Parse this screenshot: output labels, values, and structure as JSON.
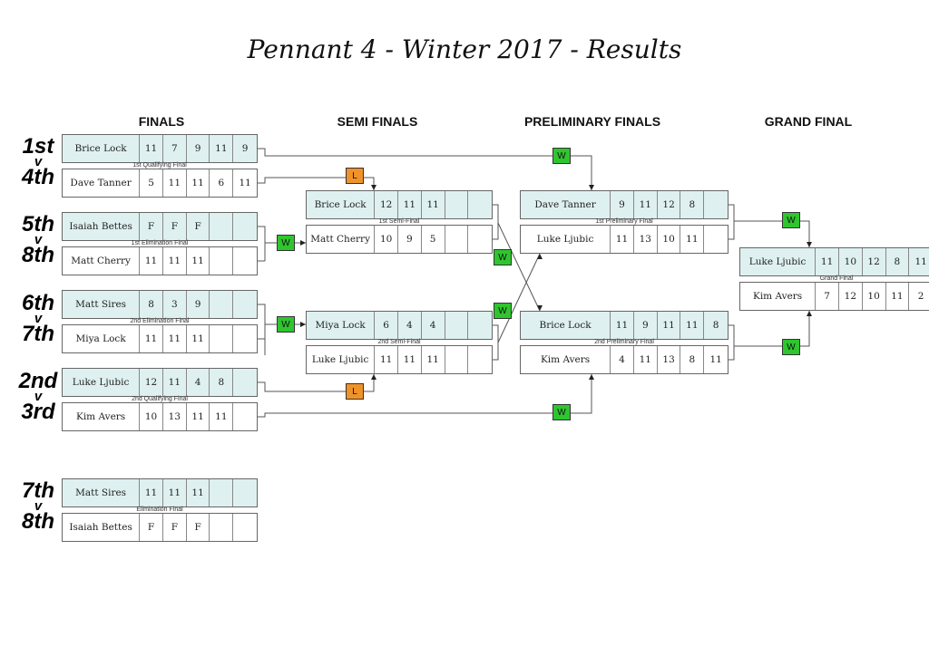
{
  "title": "Pennant 4 - Winter 2017 - Results",
  "columns": {
    "finals": "FINALS",
    "semi": "SEMI FINALS",
    "prelim": "PRELIMINARY FINALS",
    "grand": "GRAND FINAL"
  },
  "seeds": [
    {
      "top": "1st",
      "v": "v",
      "bottom": "4th"
    },
    {
      "top": "5th",
      "v": "v",
      "bottom": "8th"
    },
    {
      "top": "6th",
      "v": "v",
      "bottom": "7th"
    },
    {
      "top": "2nd",
      "v": "v",
      "bottom": "3rd"
    },
    {
      "top": "7th",
      "v": "v",
      "bottom": "8th"
    }
  ],
  "matches": {
    "qf1": {
      "caption": "1st Qualifying Final",
      "players": [
        {
          "name": "Brice Lock",
          "scores": [
            "11",
            "7",
            "9",
            "11",
            "9"
          ]
        },
        {
          "name": "Dave Tanner",
          "scores": [
            "5",
            "11",
            "11",
            "6",
            "11"
          ]
        }
      ]
    },
    "ef1": {
      "caption": "1st Elimination Final",
      "players": [
        {
          "name": "Isaiah Bettes",
          "scores": [
            "F",
            "F",
            "F",
            "",
            ""
          ]
        },
        {
          "name": "Matt Cherry",
          "scores": [
            "11",
            "11",
            "11",
            "",
            ""
          ]
        }
      ]
    },
    "ef2": {
      "caption": "2nd Elimination Final",
      "players": [
        {
          "name": "Matt Sires",
          "scores": [
            "8",
            "3",
            "9",
            "",
            ""
          ]
        },
        {
          "name": "Miya Lock",
          "scores": [
            "11",
            "11",
            "11",
            "",
            ""
          ]
        }
      ]
    },
    "qf2": {
      "caption": "2nd Qualifying Final",
      "players": [
        {
          "name": "Luke Ljubic",
          "scores": [
            "12",
            "11",
            "4",
            "8",
            ""
          ]
        },
        {
          "name": "Kim Avers",
          "scores": [
            "10",
            "13",
            "11",
            "11",
            ""
          ]
        }
      ]
    },
    "ef3": {
      "caption": "Elimination Final",
      "players": [
        {
          "name": "Matt Sires",
          "scores": [
            "11",
            "11",
            "11",
            "",
            ""
          ]
        },
        {
          "name": "Isaiah Bettes",
          "scores": [
            "F",
            "F",
            "F",
            "",
            ""
          ]
        }
      ]
    },
    "sf1": {
      "caption": "1st Semi-Final",
      "players": [
        {
          "name": "Brice Lock",
          "scores": [
            "12",
            "11",
            "11",
            "",
            ""
          ]
        },
        {
          "name": "Matt Cherry",
          "scores": [
            "10",
            "9",
            "5",
            "",
            ""
          ]
        }
      ]
    },
    "sf2": {
      "caption": "2nd Semi-Final",
      "players": [
        {
          "name": "Miya Lock",
          "scores": [
            "6",
            "4",
            "4",
            "",
            ""
          ]
        },
        {
          "name": "Luke Ljubic",
          "scores": [
            "11",
            "11",
            "11",
            "",
            ""
          ]
        }
      ]
    },
    "pf1": {
      "caption": "1st Preliminary Final",
      "players": [
        {
          "name": "Dave Tanner",
          "scores": [
            "9",
            "11",
            "12",
            "8",
            ""
          ]
        },
        {
          "name": "Luke Ljubic",
          "scores": [
            "11",
            "13",
            "10",
            "11",
            ""
          ]
        }
      ]
    },
    "pf2": {
      "caption": "2nd Preliminary Final",
      "players": [
        {
          "name": "Brice Lock",
          "scores": [
            "11",
            "9",
            "11",
            "11",
            "8"
          ]
        },
        {
          "name": "Kim Avers",
          "scores": [
            "4",
            "11",
            "13",
            "8",
            "11"
          ]
        }
      ]
    },
    "gf": {
      "caption": "Grand Final",
      "players": [
        {
          "name": "Luke Ljubic",
          "scores": [
            "11",
            "10",
            "12",
            "8",
            "11"
          ]
        },
        {
          "name": "Kim Avers",
          "scores": [
            "7",
            "12",
            "10",
            "11",
            "2"
          ]
        }
      ]
    }
  },
  "badges": {
    "w_label": "W",
    "l_label": "L"
  },
  "colors": {
    "winner_fill": "#dff0f0",
    "win_badge": "#2fc52f",
    "loss_badge": "#f0922a"
  }
}
